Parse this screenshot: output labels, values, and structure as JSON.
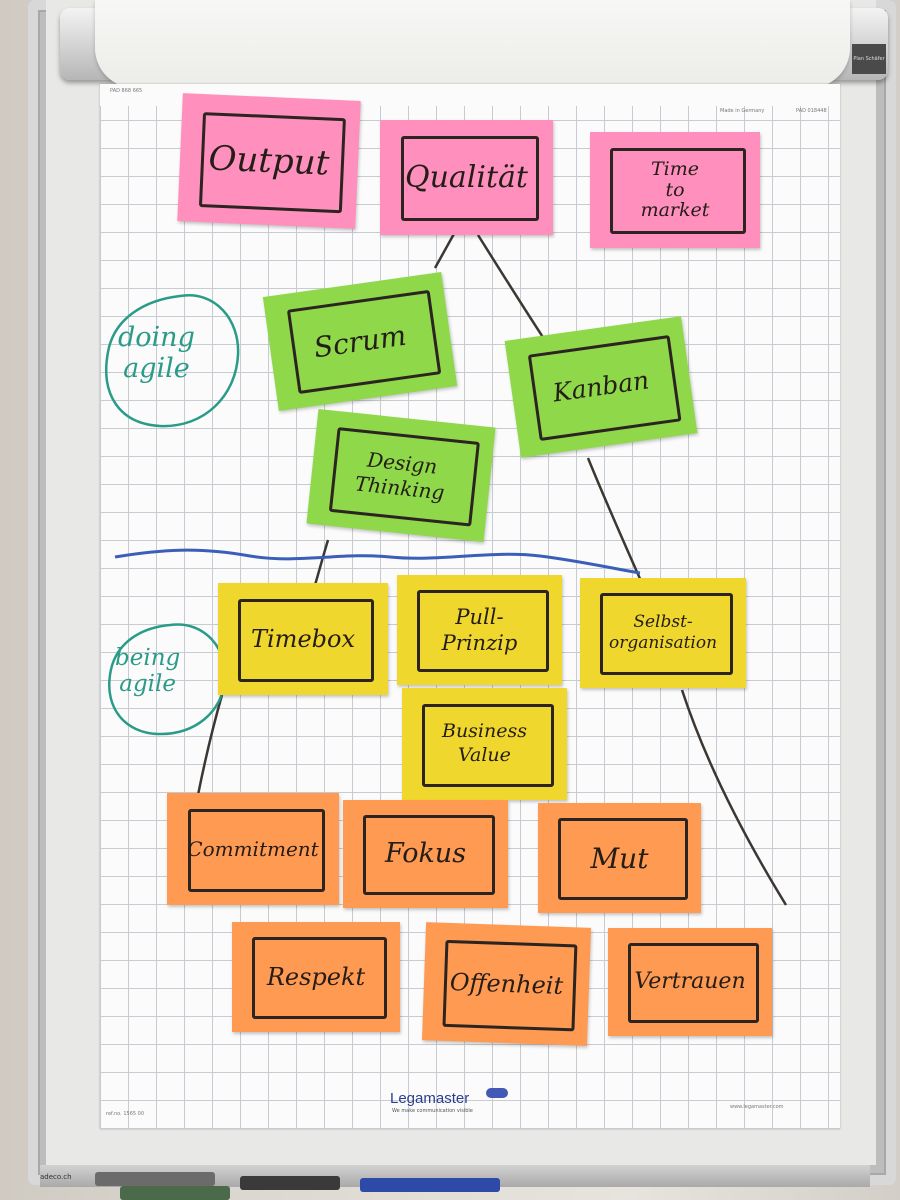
{
  "brand": {
    "name": "Legamaster",
    "tagline": "We make communication visible",
    "url": "www.legamaster.com",
    "ref": "ref.no. 1565 00",
    "made_in": "Made in Germany",
    "top_left_code": "PAD 868 665",
    "top_right_code": "PAD 018448",
    "plate": "Plan Schäfer",
    "tray_label": "adeco.ch"
  },
  "side_labels": {
    "doing": "doing\nagile",
    "being": "being\nagile"
  },
  "notes": {
    "output": "Output",
    "qualitaet": "Qualität",
    "time_to_market": "Time\nto\nmarket",
    "scrum": "Scrum",
    "kanban": "Kanban",
    "design_thinking": "Design\nThinking",
    "timebox": "Timebox",
    "pull_prinzip": "Pull-\nPrinzip",
    "selbstorganisation": "Selbst-\norganisation",
    "business_value": "Business\nValue",
    "commitment": "Commitment",
    "fokus": "Fokus",
    "mut": "Mut",
    "respekt": "Respekt",
    "offenheit": "Offenheit",
    "vertrauen": "Vertrauen"
  },
  "colors": {
    "pink": "#ff8fbd",
    "green": "#8ed84a",
    "yellow": "#f0d72e",
    "orange": "#ff9a52",
    "side_ink": "#2a9b88",
    "wave_ink": "#3b5fb8"
  }
}
